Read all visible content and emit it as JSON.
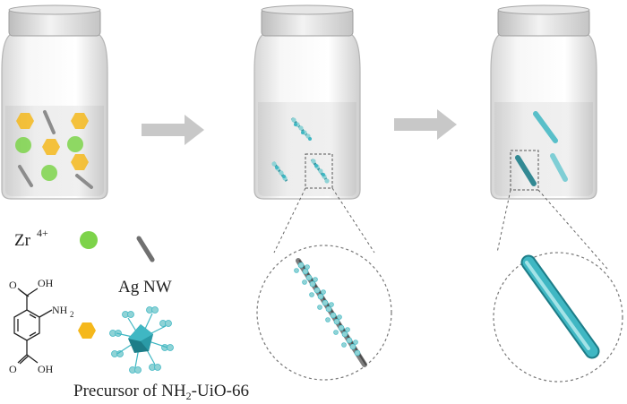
{
  "labels": {
    "zr": "Zr",
    "zr_charge": "4+",
    "ag_nw": "Ag NW",
    "precursor_prefix": "Precursor of NH",
    "precursor_sub": "2",
    "precursor_suffix": "-UiO-66"
  },
  "molecule": {
    "acid_top": "OH",
    "acid_bottom": "OH",
    "carbonyl_top": "O",
    "carbonyl_bottom": "O",
    "amine": "NH",
    "amine_sub": "2"
  },
  "colors": {
    "zr_ion": "#7dd34a",
    "linker": "#f5b81c",
    "ag_nanowire": "#8c8c8c",
    "mof_crystal": "#3fb7c3",
    "mof_cluster": "#8fd3d6",
    "arrow": "#c8c8c8",
    "vial_lid": "#d9d9d9",
    "solution": "#e4e4e4"
  },
  "icons": {
    "process_arrow_1": "right-arrow-icon",
    "process_arrow_2": "right-arrow-icon",
    "zoom_1": "magnifier-circle-icon",
    "zoom_2": "magnifier-circle-icon"
  }
}
